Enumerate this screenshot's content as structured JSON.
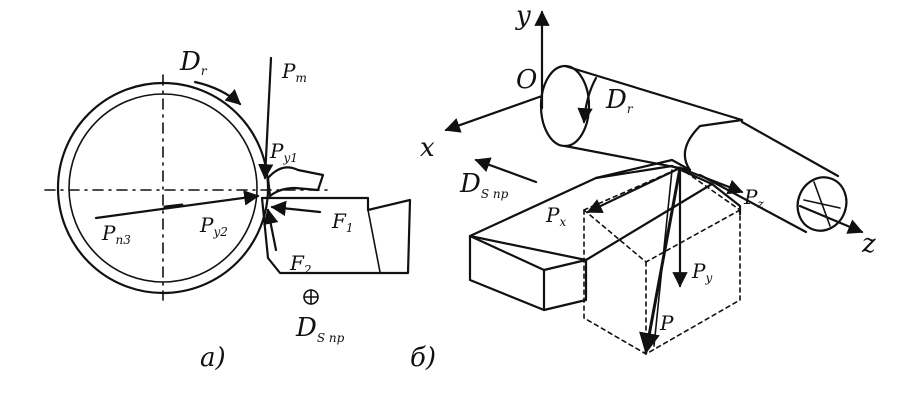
{
  "diagram_a": {
    "label_dr": "D",
    "label_dr_sub": "r",
    "label_pm": "P",
    "label_pm_sub": "m",
    "label_py1": "P",
    "label_py1_sub": "y1",
    "label_py2": "P",
    "label_py2_sub": "y2",
    "label_pn3": "P",
    "label_pn3_sub": "n3",
    "label_f1": "F",
    "label_f1_sub": "1",
    "label_f2": "F",
    "label_f2_sub": "2",
    "label_feed": "D",
    "label_feed_sub": "S пр",
    "caption": "а)"
  },
  "diagram_b": {
    "axis_y": "y",
    "axis_x": "x",
    "axis_z": "z",
    "origin": "O",
    "label_dr": "D",
    "label_dr_sub": "r",
    "label_feed": "D",
    "label_feed_sub": "S пр",
    "label_px": "P",
    "label_px_sub": "x",
    "label_pz": "P",
    "label_pz_sub": "z",
    "label_py": "P",
    "label_py_sub": "y",
    "label_p": "P",
    "caption": "б)"
  }
}
